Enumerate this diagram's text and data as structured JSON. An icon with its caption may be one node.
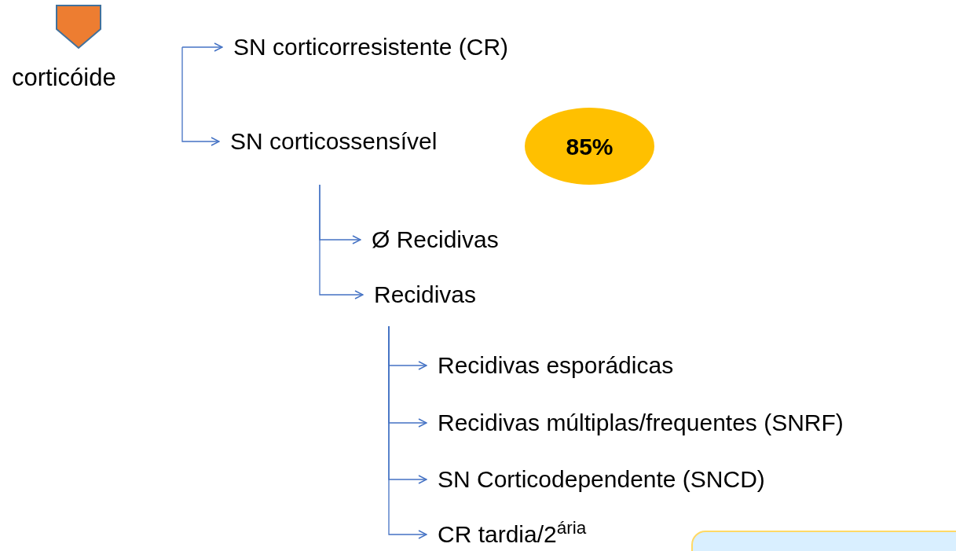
{
  "diagram": {
    "nodes": [
      {
        "text": [
          "SN corticorresistente (CR)"
        ]
      },
      {
        "text": [
          "SN corticossensível"
        ]
      },
      {
        "text": [
          "85%"
        ]
      },
      {
        "text": [
          "Ø Recidivas"
        ]
      },
      {
        "text": [
          "Recidivas"
        ]
      },
      {
        "text": [
          "Recidivas esporádicas"
        ]
      },
      {
        "text": [
          "Recidivas múltiplas/frequentes (SNRF)"
        ]
      },
      {
        "text": [
          "SN Corticodependente (SNCD)"
        ]
      },
      {
        "text": [
          "CR tardia/2$^{ária}$"
        ]
      }
    ],
    "edges": [
      {
        "from": null,
        "to": 0,
        "arrow": "to"
      },
      {
        "from": null,
        "to": 1,
        "arrow": "to"
      },
      {
        "from": null,
        "to": 3,
        "arrow": "to"
      },
      {
        "from": null,
        "to": 4,
        "arrow": "to"
      },
      {
        "from": null,
        "to": 5,
        "arrow": "to"
      },
      {
        "from": null,
        "to": 6,
        "arrow": "to"
      },
      {
        "from": null,
        "to": 7,
        "arrow": "to"
      },
      {
        "from": null,
        "to": 8,
        "arrow": "to"
      }
    ],
    "labels": [
      "corticóide"
    ]
  }
}
